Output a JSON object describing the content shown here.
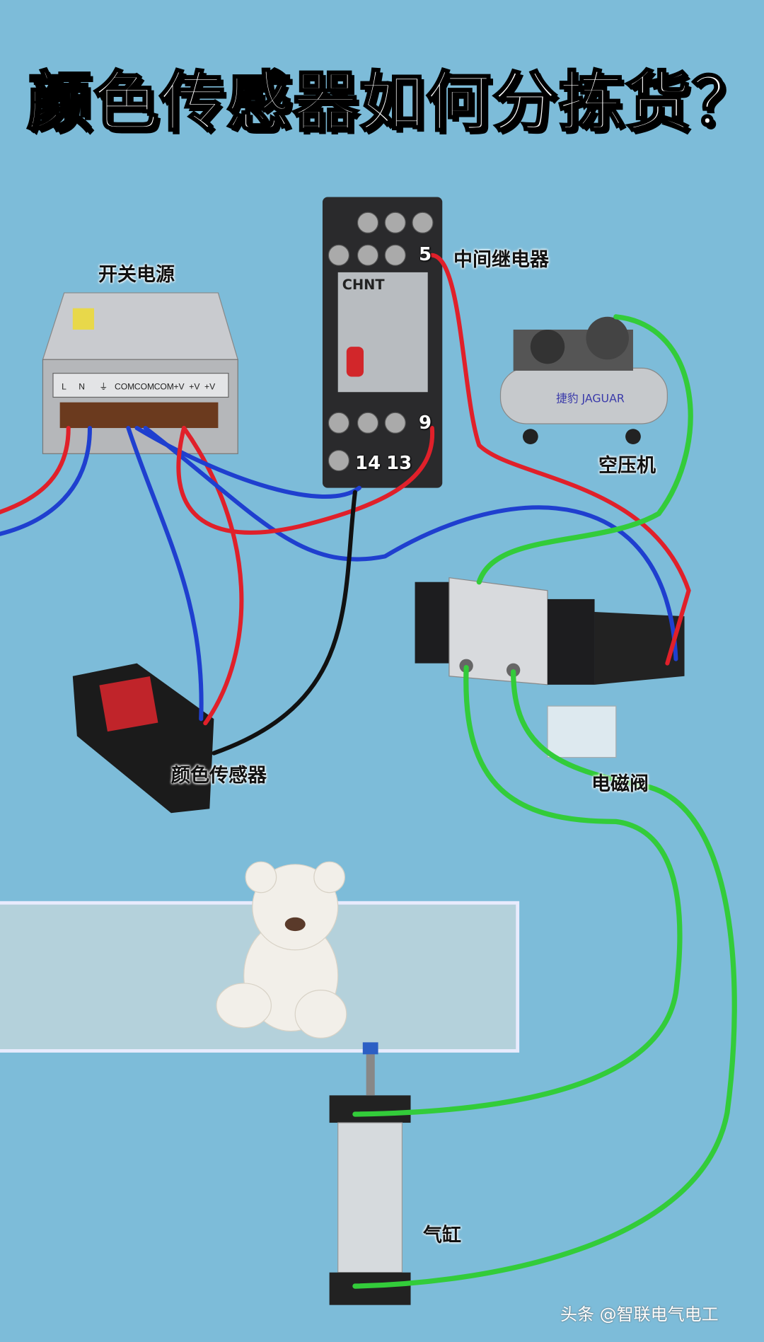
{
  "title": "颜色传感器如何分拣货？",
  "labels": {
    "power_supply": "开关电源",
    "relay": "中间继电器",
    "compressor": "空压机",
    "solenoid_valve": "电磁阀",
    "color_sensor": "颜色传感器",
    "cylinder": "气缸"
  },
  "relay_terminals": {
    "t5": "5",
    "t9": "9",
    "t14": "14",
    "t13": "13"
  },
  "relay_brand": "CHNT",
  "compressor_brand": "捷豹 JAGUAR",
  "psu_terminals": [
    "L",
    "N",
    "⏚",
    "COM",
    "COM",
    "COM",
    "+V",
    "+V",
    "+V"
  ],
  "watermark": "头条 @智联电气电工",
  "colors": {
    "background": "#7dbcd9",
    "red_wire": "#e0202a",
    "blue_wire": "#1f3fcf",
    "green_tube": "#33cc3a",
    "black_wire": "#111111"
  }
}
